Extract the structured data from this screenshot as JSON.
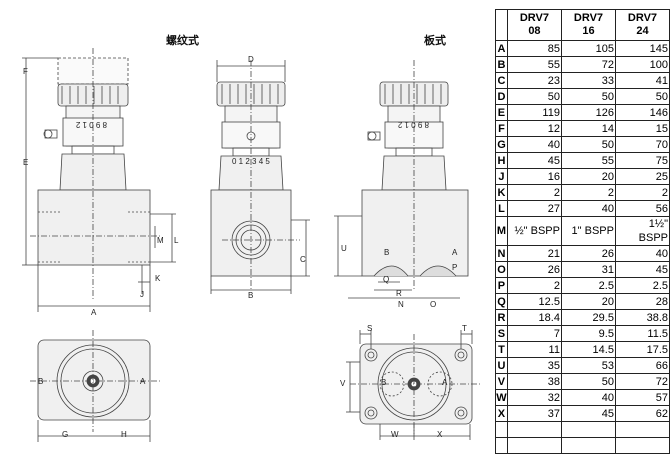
{
  "titles": {
    "threaded": "螺纹式",
    "plate": "板式"
  },
  "dimension_labels": {
    "F": "F",
    "E": "E",
    "D": "D",
    "M": "M",
    "L": "L",
    "K": "K",
    "J": "J",
    "A": "A",
    "B": "B",
    "C": "C",
    "U": "U",
    "Q": "Q",
    "R": "R",
    "N": "N",
    "O": "O",
    "P": "P",
    "S": "S",
    "T": "T",
    "V": "V",
    "W": "W",
    "X": "X",
    "G": "G",
    "H": "H",
    "port_A": "A",
    "port_B": "B",
    "port_A_plate": "A",
    "port_B_plate": "B",
    "port_P": "P",
    "port_B_top": "B",
    "port_A_top": "A"
  },
  "knob_scale": "8 9 0 1 2",
  "knob_scale_side": "0 1 2 3 4 5",
  "table": {
    "columns": [
      {
        "line1": "DRV7",
        "line2": "08"
      },
      {
        "line1": "DRV7",
        "line2": "16"
      },
      {
        "line1": "DRV7",
        "line2": "24"
      }
    ],
    "rows": [
      {
        "letter": "A",
        "v": [
          "85",
          "105",
          "145"
        ]
      },
      {
        "letter": "B",
        "v": [
          "55",
          "72",
          "100"
        ]
      },
      {
        "letter": "C",
        "v": [
          "23",
          "33",
          "41"
        ]
      },
      {
        "letter": "D",
        "v": [
          "50",
          "50",
          "50"
        ]
      },
      {
        "letter": "E",
        "v": [
          "119",
          "126",
          "146"
        ]
      },
      {
        "letter": "F",
        "v": [
          "12",
          "14",
          "15"
        ]
      },
      {
        "letter": "G",
        "v": [
          "40",
          "50",
          "70"
        ]
      },
      {
        "letter": "H",
        "v": [
          "45",
          "55",
          "75"
        ]
      },
      {
        "letter": "J",
        "v": [
          "16",
          "20",
          "25"
        ]
      },
      {
        "letter": "K",
        "v": [
          "2",
          "2",
          "2"
        ]
      },
      {
        "letter": "L",
        "v": [
          "27",
          "40",
          "56"
        ]
      },
      {
        "letter": "M",
        "v": [
          "½\" BSPP",
          "1\" BSPP",
          "1½\" BSPP"
        ]
      },
      {
        "letter": "N",
        "v": [
          "21",
          "26",
          "40"
        ]
      },
      {
        "letter": "O",
        "v": [
          "26",
          "31",
          "45"
        ]
      },
      {
        "letter": "P",
        "v": [
          "2",
          "2.5",
          "2.5"
        ]
      },
      {
        "letter": "Q",
        "v": [
          "12.5",
          "20",
          "28"
        ]
      },
      {
        "letter": "R",
        "v": [
          "18.4",
          "29.5",
          "38.8"
        ]
      },
      {
        "letter": "S",
        "v": [
          "7",
          "9.5",
          "11.5"
        ]
      },
      {
        "letter": "T",
        "v": [
          "11",
          "14.5",
          "17.5"
        ]
      },
      {
        "letter": "U",
        "v": [
          "35",
          "53",
          "66"
        ]
      },
      {
        "letter": "V",
        "v": [
          "38",
          "50",
          "72"
        ]
      },
      {
        "letter": "W",
        "v": [
          "32",
          "40",
          "57"
        ]
      },
      {
        "letter": "X",
        "v": [
          "37",
          "45",
          "62"
        ]
      }
    ]
  }
}
